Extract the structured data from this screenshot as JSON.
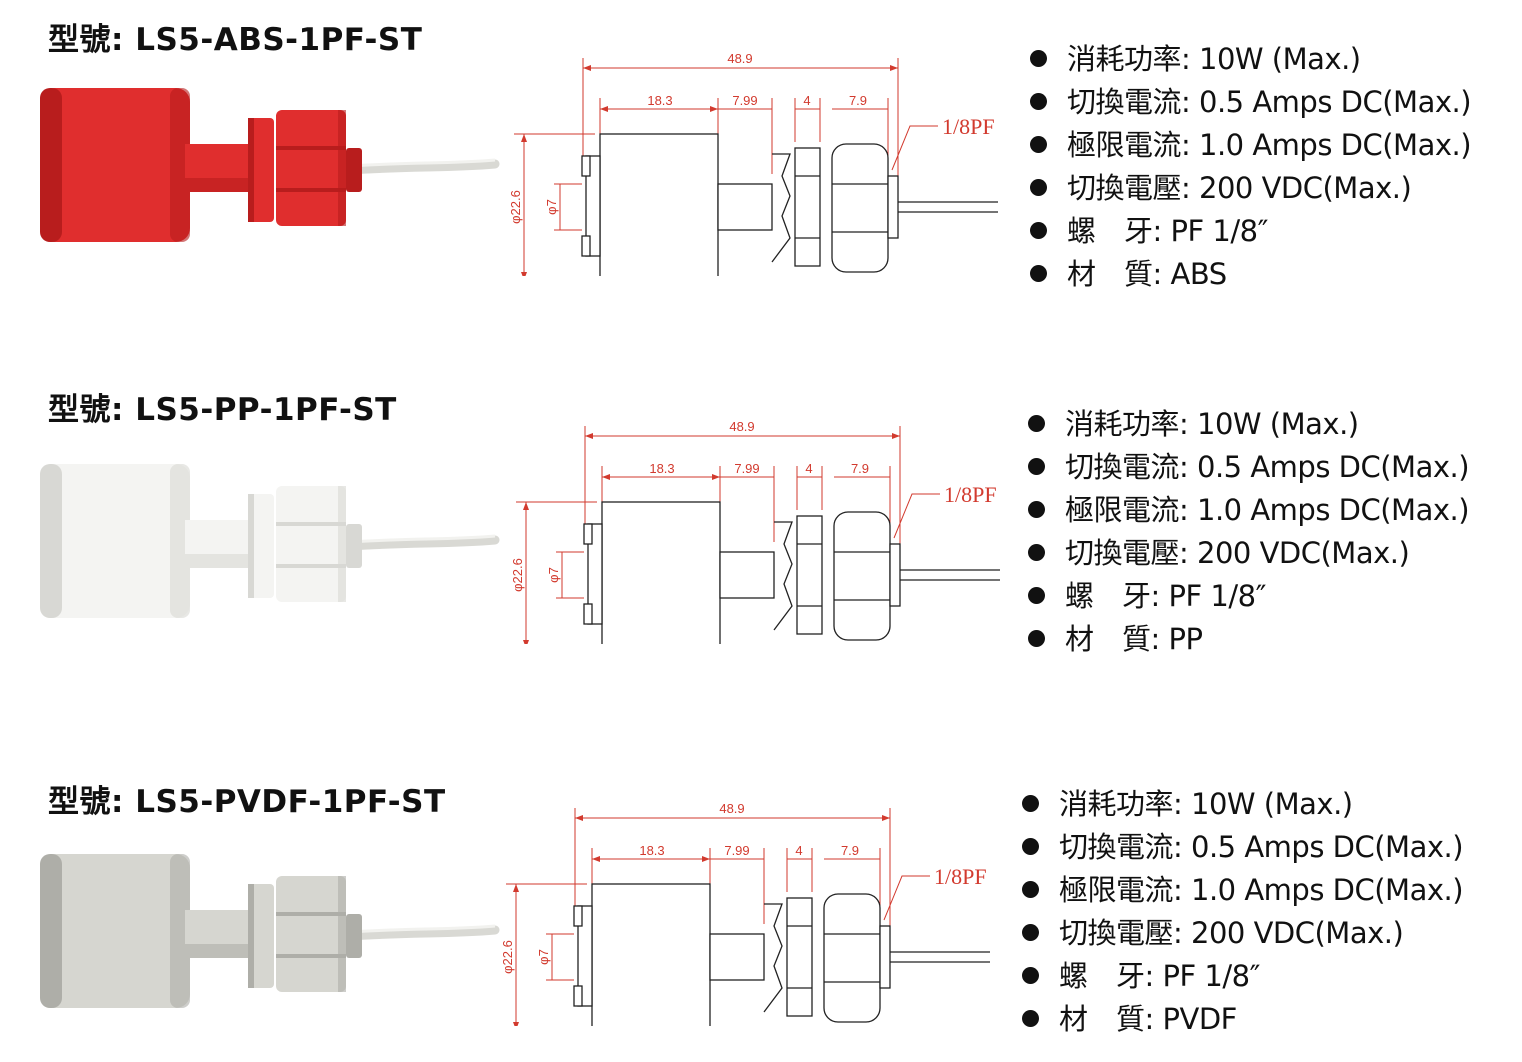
{
  "products": [
    {
      "title": "型號: LS5-ABS-1PF-ST",
      "photo_color": "#e02e2e",
      "photo_shade": "#b81d1d",
      "specs": [
        {
          "label": "消耗功率",
          "value": ": 10W (Max.)"
        },
        {
          "label": "切換電流",
          "value": ": 0.5 Amps DC(Max.)"
        },
        {
          "label": "極限電流",
          "value": ": 1.0 Amps DC(Max.)"
        },
        {
          "label": "切換電壓",
          "value": ": 200 VDC(Max.)"
        },
        {
          "label": "螺　牙",
          "value": ": PF 1/8″"
        },
        {
          "label": "材　質",
          "value": ": ABS"
        }
      ]
    },
    {
      "title": "型號: LS5-PP-1PF-ST",
      "photo_color": "#f4f4f2",
      "photo_shade": "#d8d8d4",
      "specs": [
        {
          "label": "消耗功率",
          "value": ": 10W (Max.)"
        },
        {
          "label": "切換電流",
          "value": ": 0.5 Amps DC(Max.)"
        },
        {
          "label": "極限電流",
          "value": ": 1.0 Amps DC(Max.)"
        },
        {
          "label": "切換電壓",
          "value": ": 200 VDC(Max.)"
        },
        {
          "label": "螺　牙",
          "value": ": PF 1/8″"
        },
        {
          "label": "材　質",
          "value": ": PP"
        }
      ]
    },
    {
      "title": "型號: LS5-PVDF-1PF-ST",
      "photo_color": "#d6d6d0",
      "photo_shade": "#aeaea8",
      "specs": [
        {
          "label": "消耗功率",
          "value": ": 10W (Max.)"
        },
        {
          "label": "切換電流",
          "value": ": 0.5 Amps DC(Max.)"
        },
        {
          "label": "極限電流",
          "value": ": 1.0 Amps DC(Max.)"
        },
        {
          "label": "切換電壓",
          "value": ": 200 VDC(Max.)"
        },
        {
          "label": "螺　牙",
          "value": ": PF 1/8″"
        },
        {
          "label": "材　質",
          "value": ": PVDF"
        }
      ]
    }
  ],
  "drawing": {
    "total_length": "48.9",
    "float_length": "18.3",
    "stem_length": "7.99",
    "nut_length": "4",
    "hex_length": "7.9",
    "float_diameter": "φ22.6",
    "stem_diameter": "φ7",
    "thread": "1/8PF"
  },
  "colors": {
    "dimension": "#d23a2e"
  }
}
